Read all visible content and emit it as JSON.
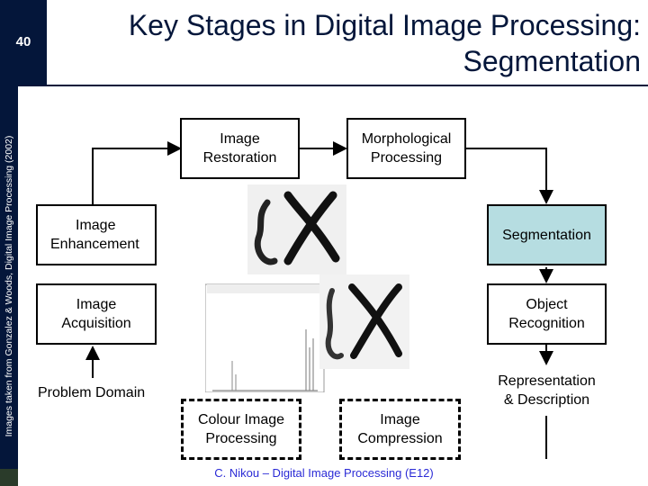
{
  "slide": {
    "number": "40",
    "title_line1": "Key Stages in Digital Image Processing:",
    "title_line2": "Segmentation",
    "side_credit": "Images taken from Gonzalez & Woods, Digital Image Processing (2002)",
    "footer": "C. Nikou – Digital Image Processing (E12)"
  },
  "stages": {
    "restoration": [
      "Image",
      "Restoration"
    ],
    "morphological": [
      "Morphological",
      "Processing"
    ],
    "enhancement": [
      "Image",
      "Enhancement"
    ],
    "segmentation": [
      "Segmentation"
    ],
    "acquisition": [
      "Image",
      "Acquisition"
    ],
    "recognition": [
      "Object",
      "Recognition"
    ],
    "representation": [
      "Representation",
      "& Description"
    ],
    "colour": [
      "Colour Image",
      "Processing"
    ],
    "compression": [
      "Image",
      "Compression"
    ],
    "problem_domain": "Problem Domain"
  },
  "colors": {
    "band": "#04163a",
    "segmentation_fill": "#b6dde1",
    "footer_text": "#2b2bd6"
  }
}
